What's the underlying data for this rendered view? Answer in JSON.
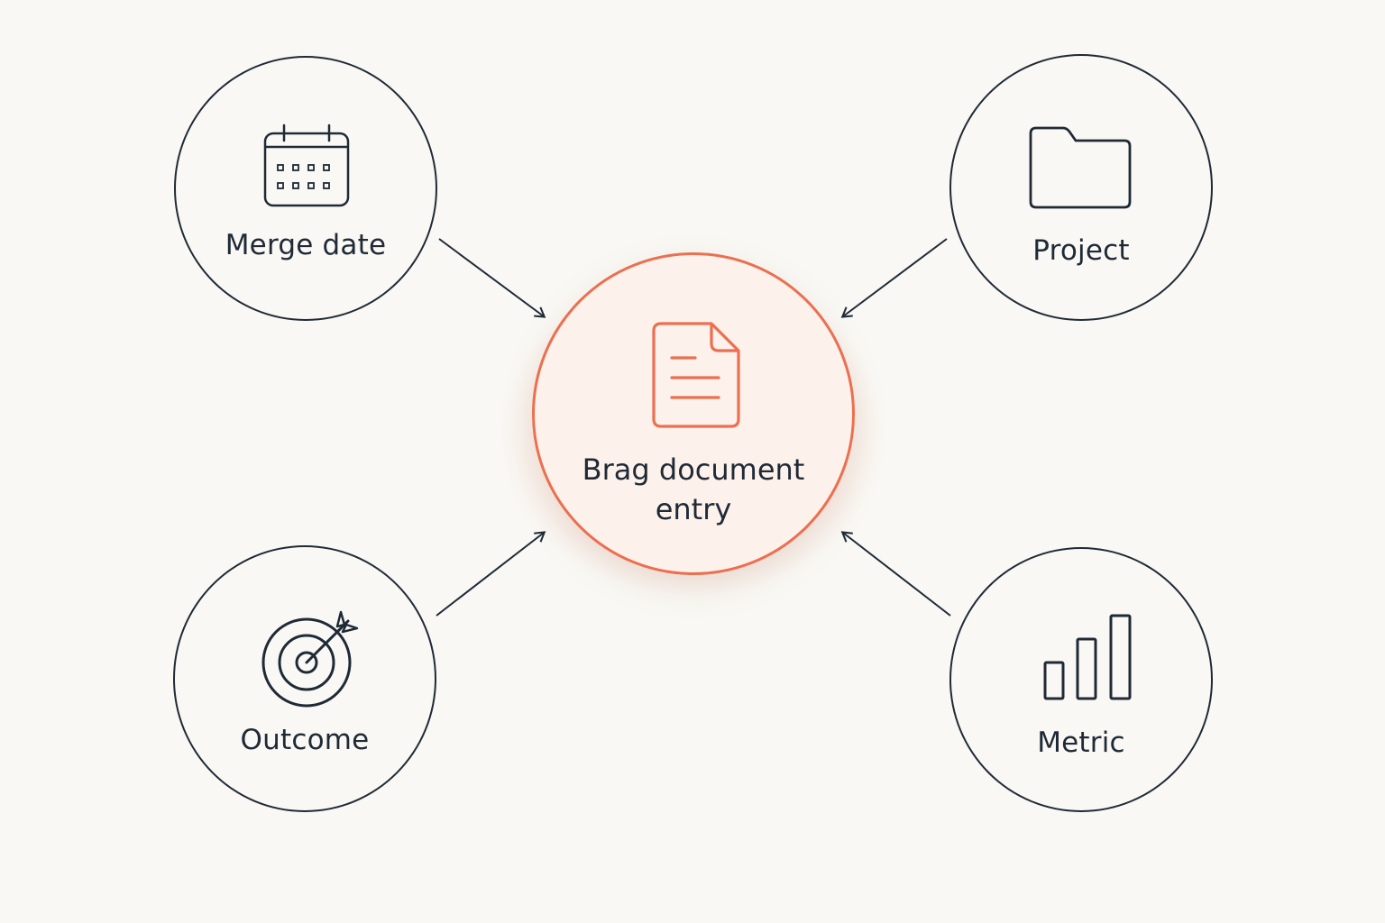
{
  "nodes": {
    "merge_date": {
      "label": "Merge date",
      "icon": "calendar-icon"
    },
    "project": {
      "label": "Project",
      "icon": "folder-icon"
    },
    "outcome": {
      "label": "Outcome",
      "icon": "target-icon"
    },
    "metric": {
      "label": "Metric",
      "icon": "bar-chart-icon"
    }
  },
  "center": {
    "label_line1": "Brag document",
    "label_line2": "entry",
    "icon": "document-icon"
  },
  "colors": {
    "background": "#f9f8f4",
    "ink": "#1f2a36",
    "accent": "#ec6f4f",
    "center_fill": "#fdf1ec"
  }
}
